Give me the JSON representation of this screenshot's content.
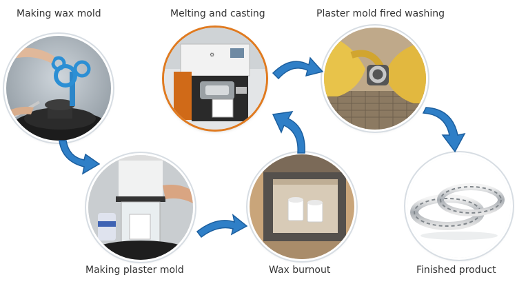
{
  "steps": [
    {
      "label": "Making wax mold",
      "photo": "wax-mold-photo"
    },
    {
      "label": "Melting and casting",
      "photo": "casting-machine-photo"
    },
    {
      "label": "Plaster mold fired washing",
      "photo": "washing-photo"
    },
    {
      "label": "Making plaster mold",
      "photo": "plaster-mold-photo"
    },
    {
      "label": "Wax burnout",
      "photo": "burnout-kiln-photo"
    },
    {
      "label": "Finished product",
      "photo": "finished-rings-photo"
    }
  ],
  "colors": {
    "arrow": "#2f7fc7",
    "arrow_dark": "#1c5f9f",
    "ring_border": "#d7dde3",
    "casting_border": "#e07a1f",
    "label_text": "#333333"
  },
  "icons": [
    "curved-arrow-icon"
  ]
}
